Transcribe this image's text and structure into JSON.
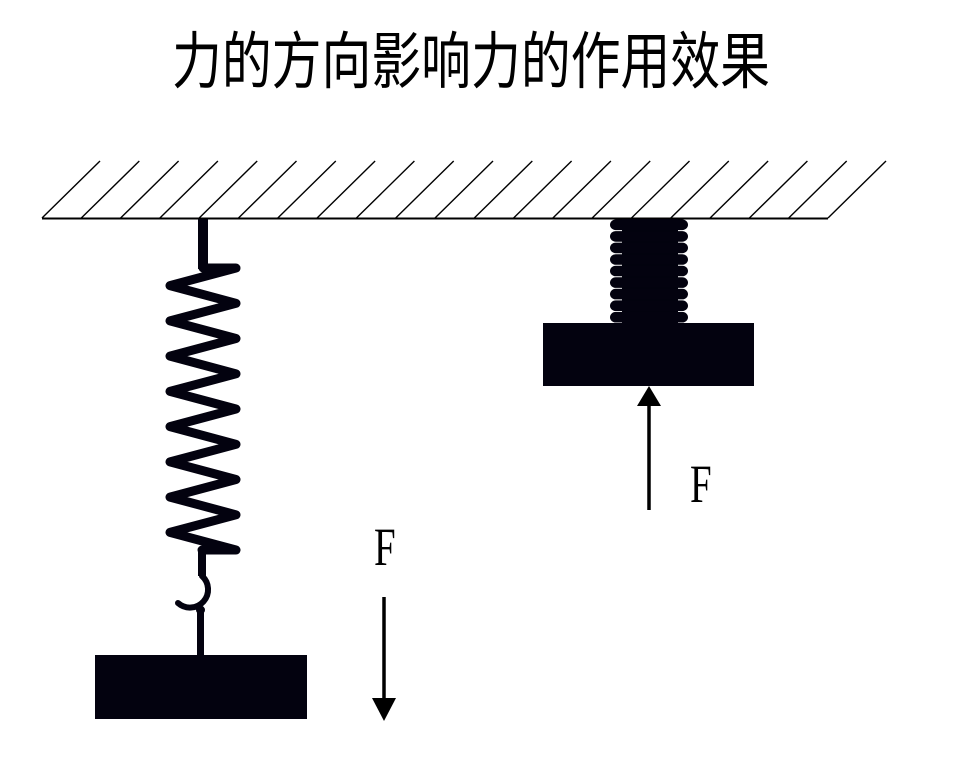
{
  "title": "力的方向影响力的作用效果",
  "colors": {
    "ink": "#000000",
    "block": "#03020f",
    "background": "#ffffff"
  },
  "diagram": {
    "ceiling": {
      "label": "hatched-ceiling",
      "hatch_count": 21
    },
    "left_setup": {
      "description": "spring stretched by downward force",
      "spring_state": "stretched",
      "spring_coils": 8,
      "has_hook": true,
      "force_label": "F",
      "force_direction": "down"
    },
    "right_setup": {
      "description": "spring compressed by upward force",
      "spring_state": "compressed",
      "spring_coils": 9,
      "force_label": "F",
      "force_direction": "up"
    }
  }
}
